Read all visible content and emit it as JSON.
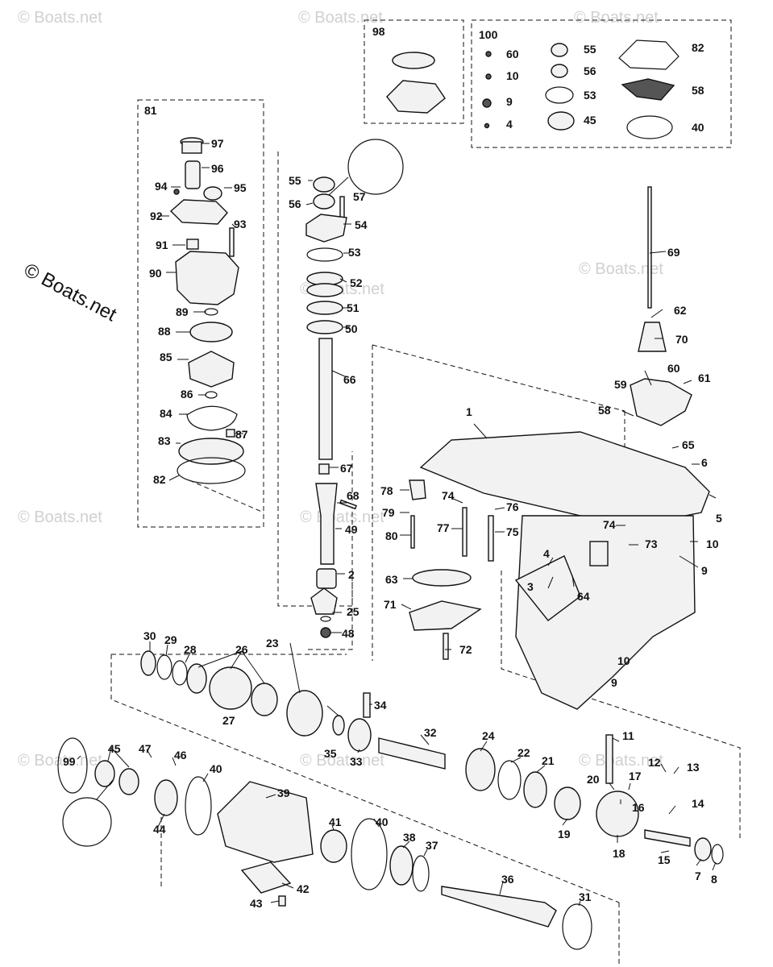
{
  "watermarks": {
    "big": "© Boats.net",
    "small": "© Boats.net"
  },
  "labels": {
    "l1": "1",
    "l2": "2",
    "l3": "3",
    "l4": "4",
    "l4b": "4",
    "l5": "5",
    "l6": "6",
    "l7": "7",
    "l8": "8",
    "l9": "9",
    "l9b": "9",
    "l9c": "9",
    "l10": "10",
    "l10b": "10",
    "l10c": "10",
    "l11": "11",
    "l12": "12",
    "l13": "13",
    "l14": "14",
    "l15": "15",
    "l16": "16",
    "l17": "17",
    "l18": "18",
    "l19": "19",
    "l20": "20",
    "l21": "21",
    "l22": "22",
    "l23": "23",
    "l24": "24",
    "l25": "25",
    "l26": "26",
    "l27": "27",
    "l28": "28",
    "l29": "29",
    "l30": "30",
    "l31": "31",
    "l32": "32",
    "l33": "33",
    "l34": "34",
    "l35": "35",
    "l36": "36",
    "l37": "37",
    "l38": "38",
    "l39": "39",
    "l40": "40",
    "l40b": "40",
    "l40c": "40",
    "l41": "41",
    "l42": "42",
    "l43": "43",
    "l44": "44",
    "l45": "45",
    "l45b": "45",
    "l46": "46",
    "l47": "47",
    "l48": "48",
    "l49": "49",
    "l50": "50",
    "l51": "51",
    "l52": "52",
    "l53": "53",
    "l53b": "53",
    "l54": "54",
    "l55": "55",
    "l55b": "55",
    "l56": "56",
    "l56b": "56",
    "l57": "57",
    "l58": "58",
    "l58b": "58",
    "l59": "59",
    "l60": "60",
    "l60b": "60",
    "l61": "61",
    "l62": "62",
    "l63": "63",
    "l64": "64",
    "l65": "65",
    "l66": "66",
    "l67": "67",
    "l68": "68",
    "l69": "69",
    "l70": "70",
    "l71": "71",
    "l72": "72",
    "l73": "73",
    "l74": "74",
    "l74b": "74",
    "l75": "75",
    "l76": "76",
    "l77": "77",
    "l78": "78",
    "l79": "79",
    "l80": "80",
    "l81": "81",
    "l82": "82",
    "l82b": "82",
    "l83": "83",
    "l84": "84",
    "l85": "85",
    "l86": "86",
    "l87": "87",
    "l88": "88",
    "l89": "89",
    "l90": "90",
    "l91": "91",
    "l92": "92",
    "l93": "93",
    "l94": "94",
    "l95": "95",
    "l96": "96",
    "l97": "97",
    "l98": "98",
    "l99": "99",
    "l100": "100"
  }
}
